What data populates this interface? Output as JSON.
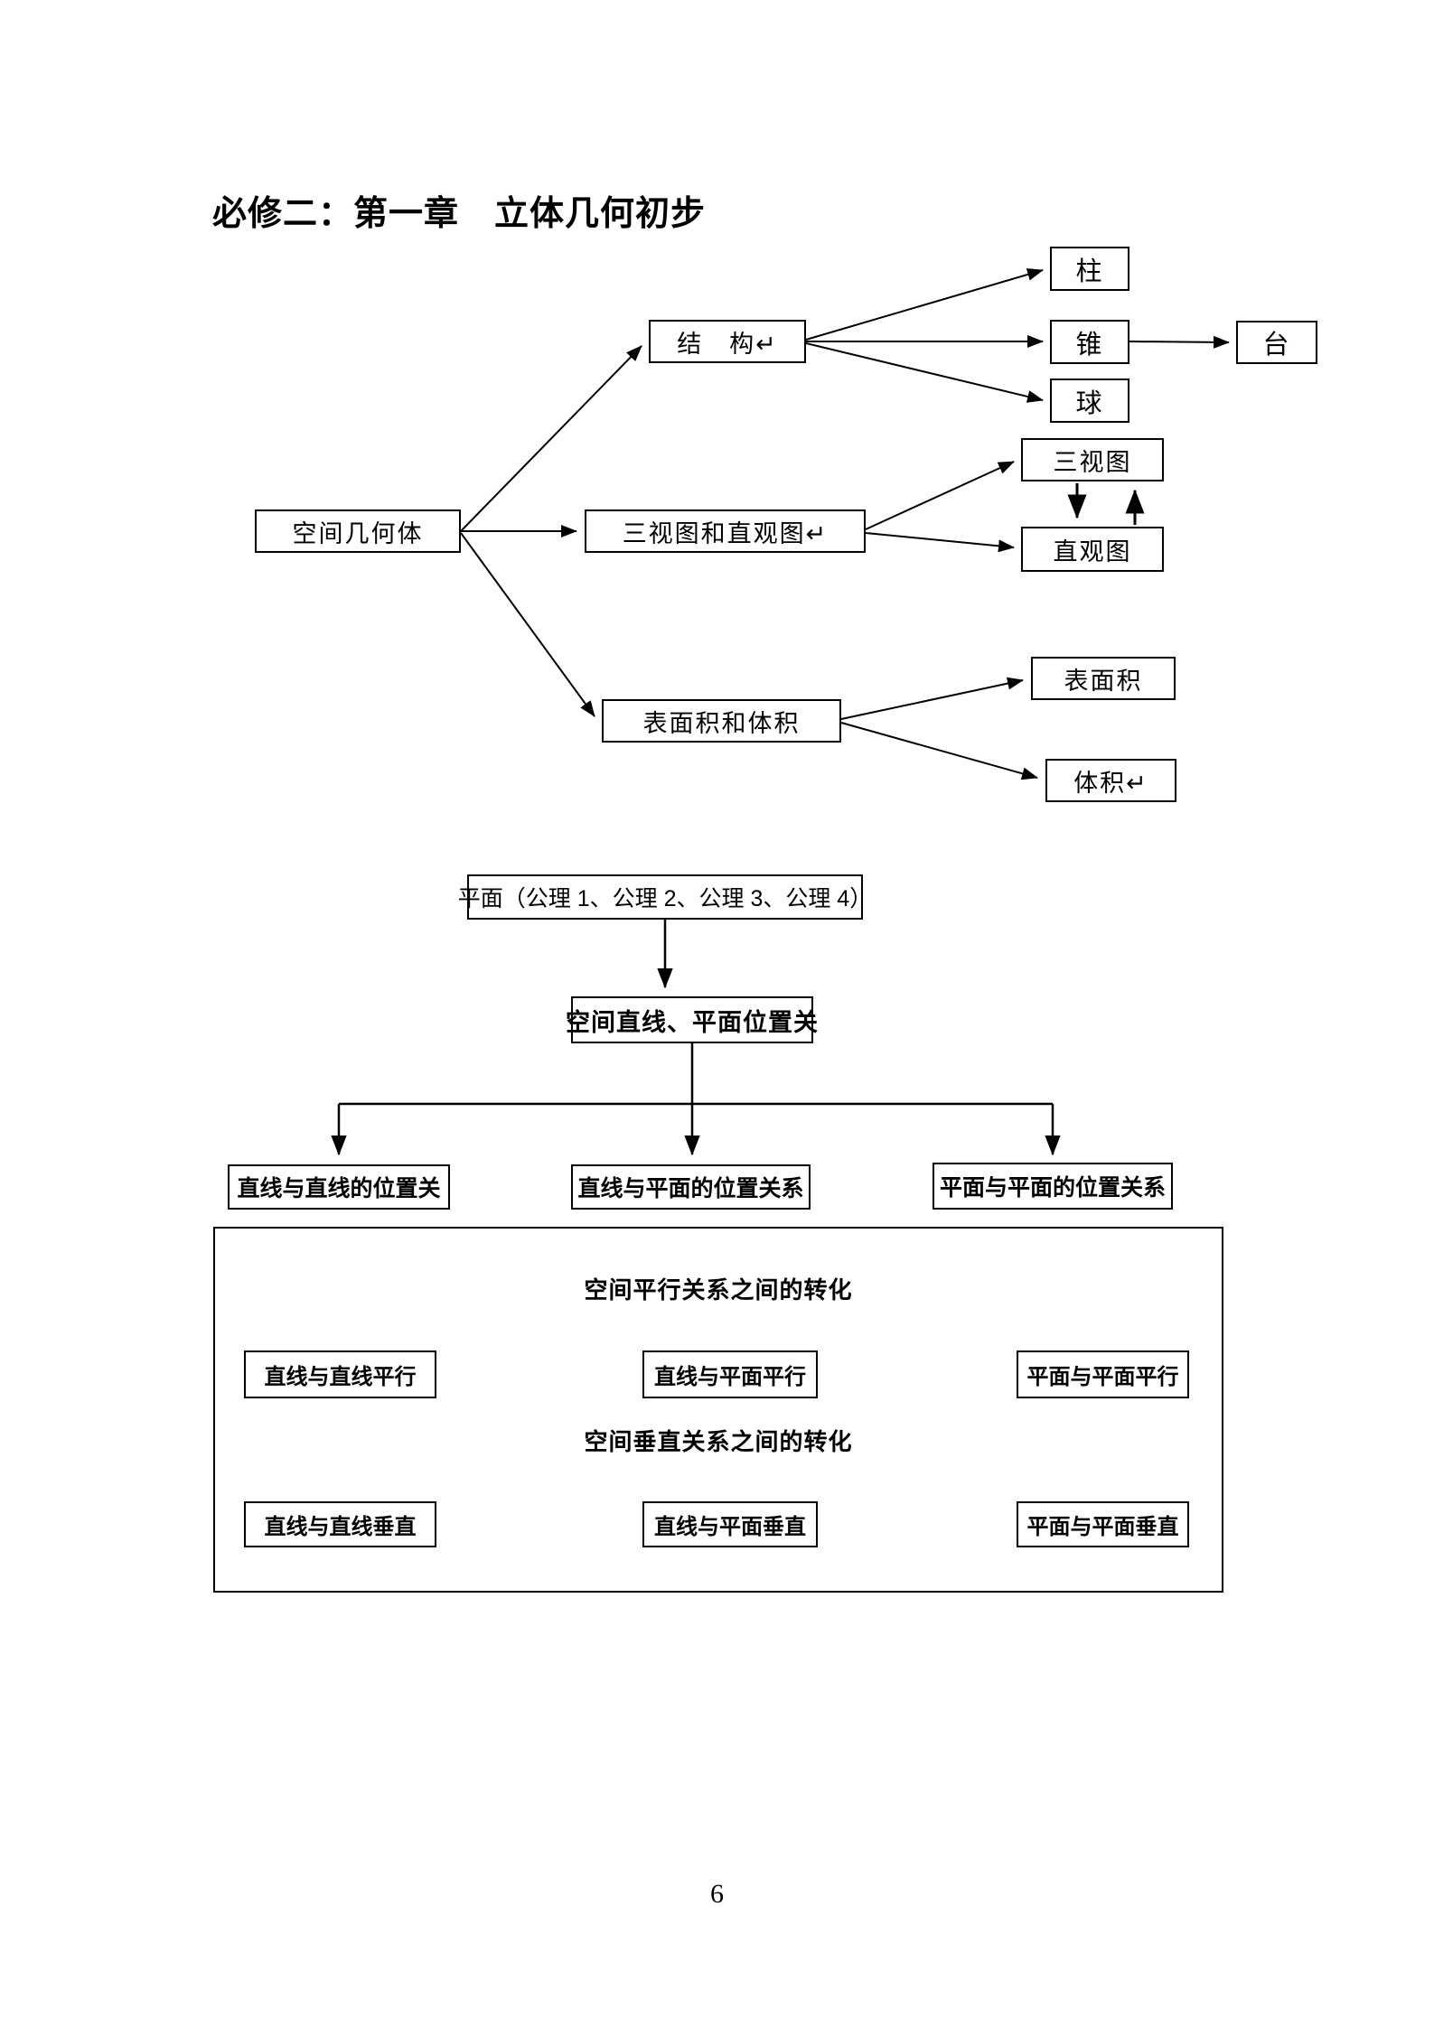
{
  "page": {
    "title": "必修二：第一章　立体几何初步",
    "page_number": "6"
  },
  "colors": {
    "background": "#ffffff",
    "line": "#000000",
    "text": "#000000"
  },
  "solid_geometry_map": {
    "nodes": {
      "kongjian_jiheti": "空间几何体",
      "jiegou": "结　构↵",
      "zhu": "柱",
      "zhui": "锥",
      "tai": "台",
      "qiu": "球",
      "sanshitu_he_zhiguantu": "三视图和直观图↵",
      "sanshitu": "三视图",
      "zhiguantu": "直观图",
      "biaomianji_he_tiji": "表面积和体积",
      "biaomianji": "表面积",
      "tiji": "体积↵"
    }
  },
  "plane_relations_map": {
    "pingmian_gongli": "平面（公理 1、公理 2、公理 3、公理 4）",
    "kongjian_zhixian_pingmian": "空间直线、平面位置关",
    "zhixian_zhixian_weizhi": "直线与直线的位置关",
    "zhixian_pingmian_weizhi": "直线与平面的位置关系",
    "pingmian_pingmian_weizhi": "平面与平面的位置关系"
  },
  "conversion_panel": {
    "parallel_title": "空间平行关系之间的转化",
    "parallel_nodes": {
      "line_line": "直线与直线平行",
      "line_plane": "直线与平面平行",
      "plane_plane": "平面与平面平行"
    },
    "perpendicular_title": "空间垂直关系之间的转化",
    "perpendicular_nodes": {
      "line_line": "直线与直线垂直",
      "line_plane": "直线与平面垂直",
      "plane_plane": "平面与平面垂直"
    }
  }
}
